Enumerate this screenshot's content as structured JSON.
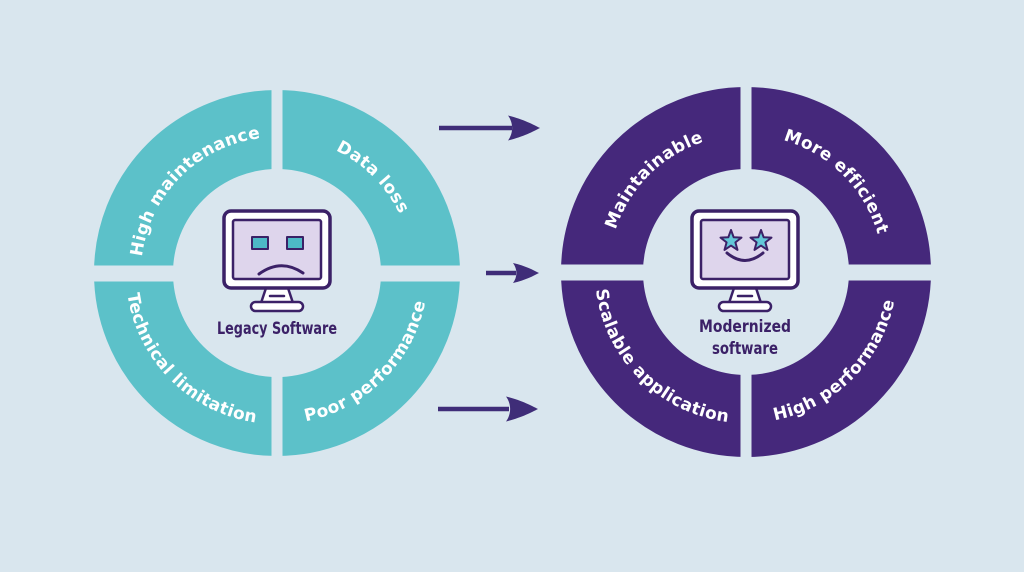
{
  "diagram": {
    "background_color": "#D9E6EE",
    "left_ring": {
      "center_label": "Legacy Software",
      "ring_color": "#5CC1C9",
      "label_color": "#FFFFFF",
      "icon": "sad-monitor-icon",
      "segments": [
        "High maintenance",
        "Data loss",
        "Technical limitation",
        "Poor performance"
      ]
    },
    "right_ring": {
      "center_label_line1": "Modernized",
      "center_label_line2": "software",
      "ring_color": "#45287B",
      "label_color": "#FFFFFF",
      "icon": "starry-eyes-monitor-icon",
      "segments": [
        "Maintainable",
        "More efficient",
        "Scalable application",
        "High performance"
      ]
    },
    "arrows": {
      "count": 3,
      "direction": "right",
      "color": "#3F2D78"
    },
    "icon_colors": {
      "monitor_outline": "#3B2167",
      "monitor_screen": "#DED5EC",
      "eye_teal": "#4DB9C6",
      "star_teal": "#63C7D8"
    }
  }
}
